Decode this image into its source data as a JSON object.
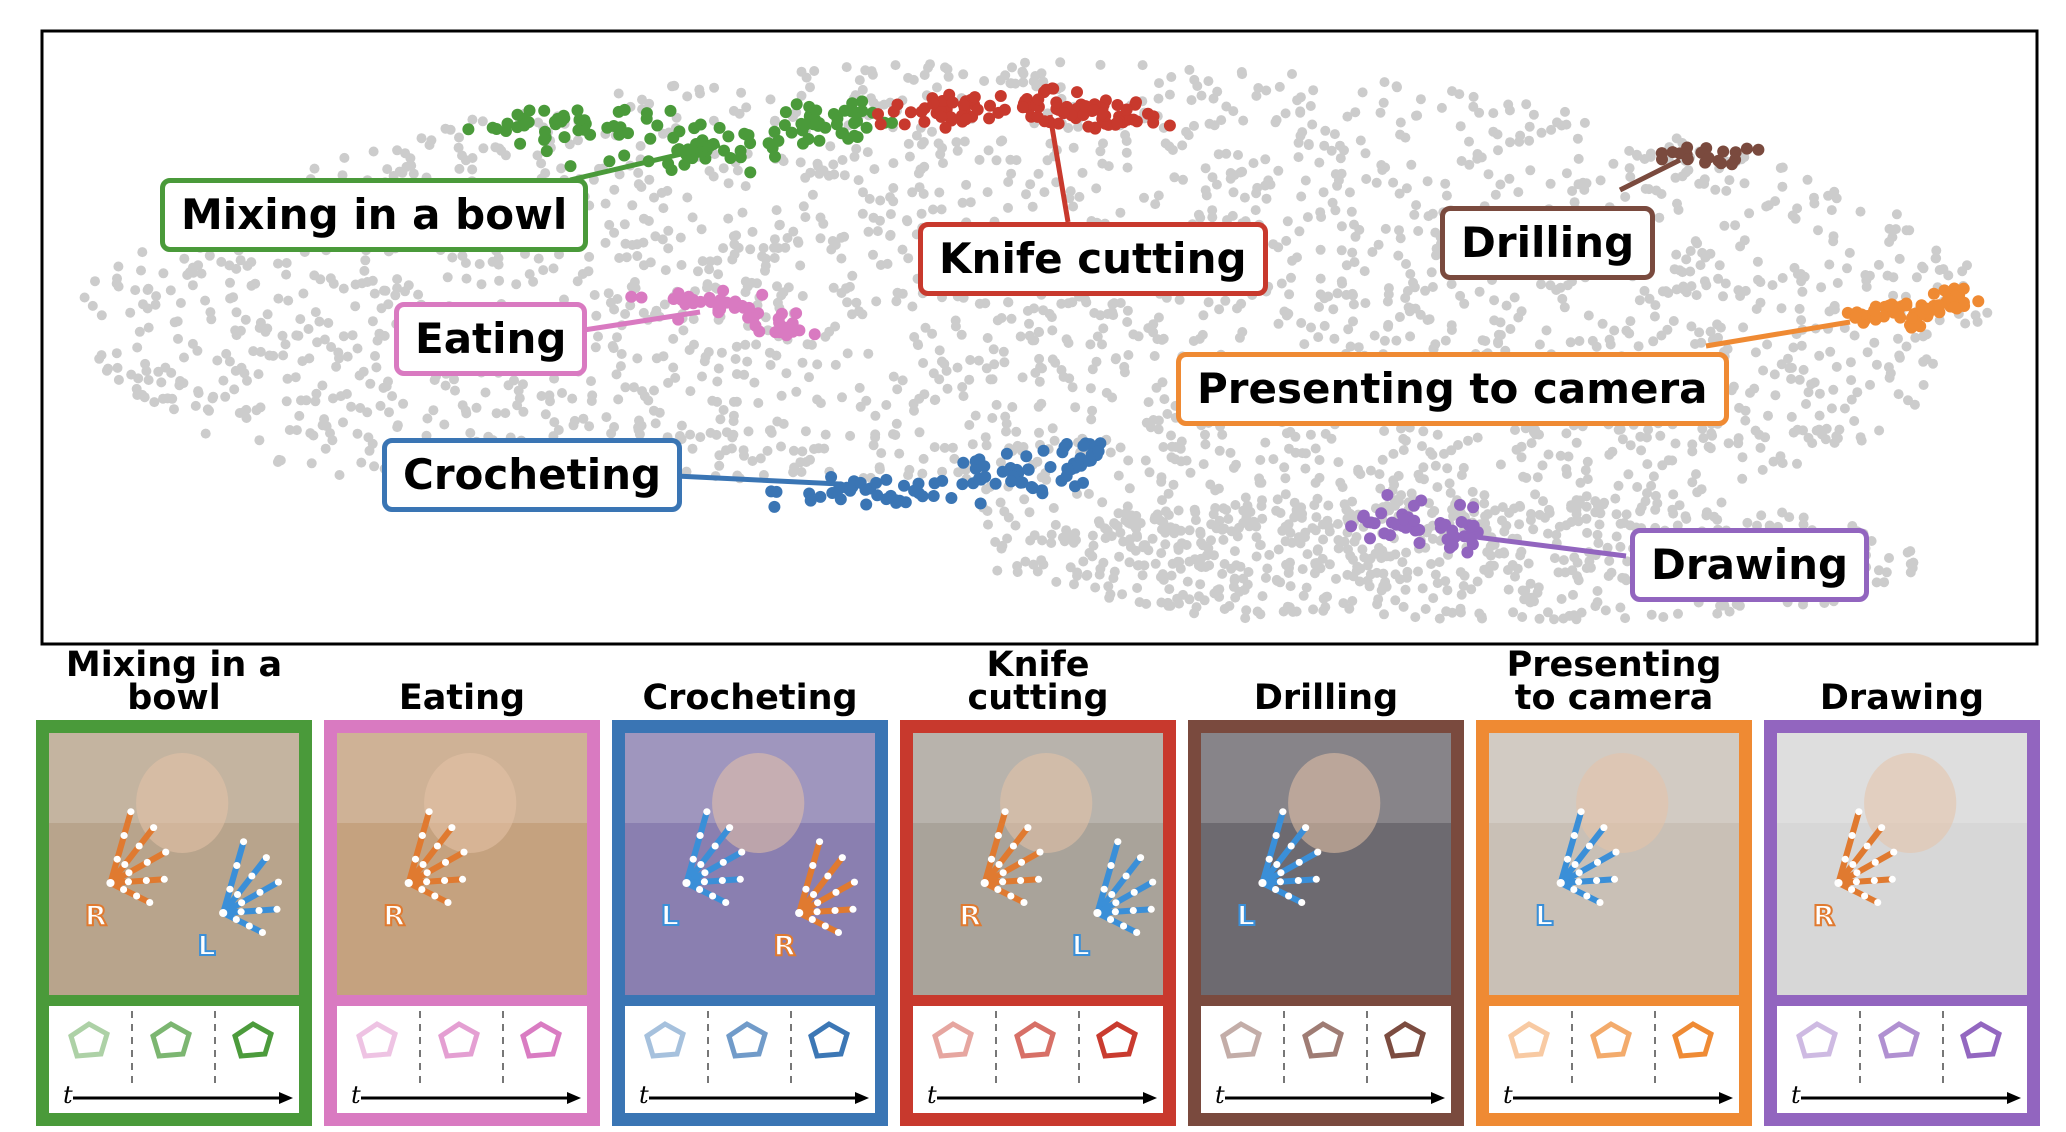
{
  "clusters": [
    {
      "key": "mixing",
      "label": "Mixing in a bowl",
      "color": "#4a9a3a"
    },
    {
      "key": "knife",
      "label": "Knife cutting",
      "color": "#c8392d"
    },
    {
      "key": "drilling",
      "label": "Drilling",
      "color": "#7a4a3e"
    },
    {
      "key": "eating",
      "label": "Eating",
      "color": "#d97ac1"
    },
    {
      "key": "presenting",
      "label": "Presenting to camera",
      "color": "#ef8a33"
    },
    {
      "key": "crocheting",
      "label": "Crocheting",
      "color": "#3a75b4"
    },
    {
      "key": "drawing",
      "label": "Drawing",
      "color": "#9265bf"
    }
  ],
  "background_point_color": "#cccccc",
  "panels": [
    {
      "title": "Mixing in a bowl",
      "title_lines": [
        "Mixing in a",
        "bowl"
      ],
      "color": "#4a9a3a",
      "hand_labels": [
        "R",
        "L"
      ]
    },
    {
      "title": "Eating",
      "title_lines": [
        "",
        "Eating"
      ],
      "color": "#d97ac1",
      "hand_labels": [
        "R"
      ]
    },
    {
      "title": "Crocheting",
      "title_lines": [
        "",
        "Crocheting"
      ],
      "color": "#3a75b4",
      "hand_labels": [
        "L",
        "R"
      ]
    },
    {
      "title": "Knife cutting",
      "title_lines": [
        "Knife",
        "cutting"
      ],
      "color": "#c8392d",
      "hand_labels": [
        "R",
        "L"
      ]
    },
    {
      "title": "Drilling",
      "title_lines": [
        "",
        "Drilling"
      ],
      "color": "#7a4a3e",
      "hand_labels": [
        "L"
      ]
    },
    {
      "title": "Presenting to camera",
      "title_lines": [
        "Presenting",
        "to camera"
      ],
      "color": "#ef8a33",
      "hand_labels": [
        "L"
      ]
    },
    {
      "title": "Drawing",
      "title_lines": [
        "",
        "Drawing"
      ],
      "color": "#9265bf",
      "hand_labels": [
        "R"
      ]
    }
  ],
  "time_axis_label": "t",
  "hand_colors": {
    "right": "#e07a30",
    "left": "#3a8fd8"
  }
}
